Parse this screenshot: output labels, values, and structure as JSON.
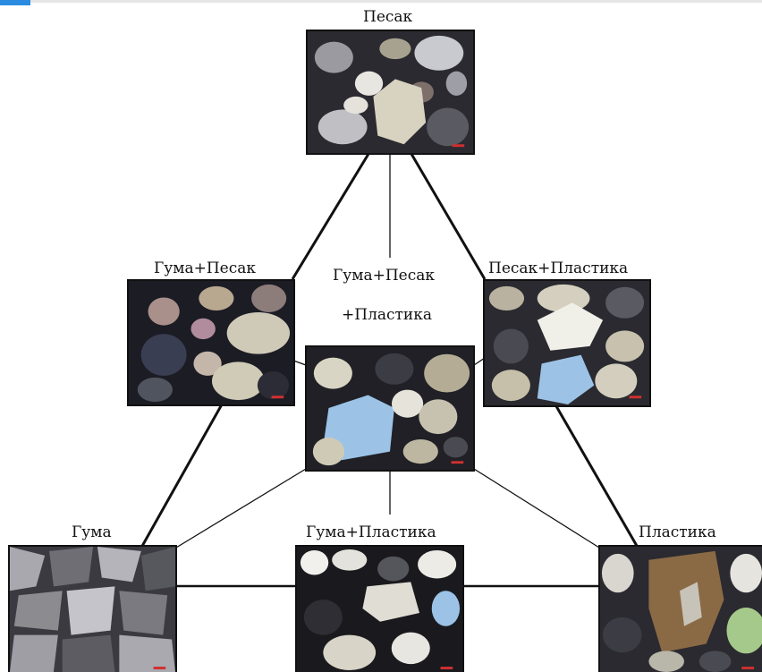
{
  "labels": {
    "sand": "Песак",
    "rubber_sand": "Гума+Песак",
    "rubber_sand_plastic_line1": "Гума+Песак",
    "rubber_sand_plastic_line2": "+Пластика",
    "sand_plastic": "Песак+Пластика",
    "rubber": "Гума",
    "rubber_plastic": "Гума+Пластика",
    "plastic": "Пластика"
  },
  "colors": {
    "frame": "#111111",
    "connector": "#111111",
    "sand_grain": "#d8d2c0",
    "dark_grain": "#1c1c22",
    "plastic_blue": "#9cc3e6",
    "plastic_brown": "#8a6a45",
    "plastic_green": "#a5c98a",
    "rubber_silver": "#8c8c90"
  }
}
